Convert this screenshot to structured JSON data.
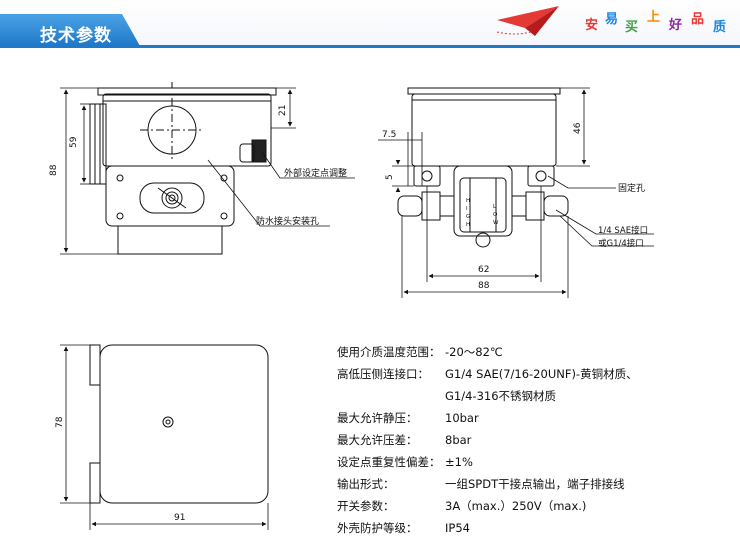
{
  "header": {
    "title": "技术参数",
    "brand_chars": [
      "安",
      "易",
      "买",
      "上",
      "好",
      "品",
      "质"
    ],
    "accent": "#1f78c8"
  },
  "drawing": {
    "front_view": {
      "dim_height_total": "88",
      "dim_height_body": "59",
      "dim_top": "21",
      "label_adjust": "外部设定点调整",
      "label_waterproof": "防水接头安装孔"
    },
    "side_view": {
      "dim_75": "7.5",
      "dim_5": "5",
      "dim_46": "46",
      "dim_62": "62",
      "dim_88": "88",
      "label_fix_hole": "固定孔",
      "label_port1": "1/4 SAE接口",
      "label_port2": "或G1/4接口",
      "label_high": "HIGH",
      "label_low": "LOW"
    },
    "bottom_view": {
      "dim_78": "78",
      "dim_91": "91"
    }
  },
  "specs": [
    {
      "label": "使用介质温度范围：",
      "value": "-20～82℃"
    },
    {
      "label": "高低压侧连接口：",
      "value": "G1/4 SAE(7/16-20UNF)-黄铜材质、"
    },
    {
      "label": "",
      "value": "G1/4-316不锈钢材质"
    },
    {
      "label": "最大允许静压：",
      "value": "10bar"
    },
    {
      "label": "最大允许压差：",
      "value": "8bar"
    },
    {
      "label": "设定点重复性偏差：",
      "value": "±1%"
    },
    {
      "label": "输出形式：",
      "value": "一组SPDT干接点输出，端子排接线"
    },
    {
      "label": "开关参数：",
      "value": "3A（max.）250V（max.)"
    },
    {
      "label": "外壳防护等级：",
      "value": "IP54"
    }
  ]
}
